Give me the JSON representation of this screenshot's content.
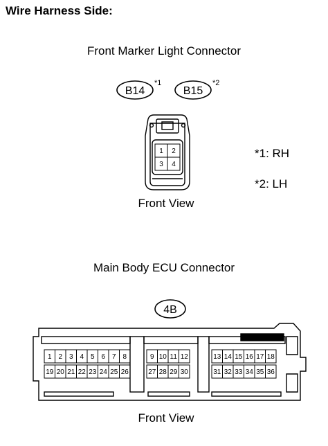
{
  "heading": "Wire Harness Side:",
  "front_marker": {
    "title": "Front Marker Light Connector",
    "code_rh": "B14",
    "sup_rh": "*1",
    "code_lh": "B15",
    "sup_lh": "*2",
    "pins": [
      "1",
      "2",
      "3",
      "4"
    ],
    "view_label": "Front View"
  },
  "notes": {
    "rh": "*1: RH",
    "lh": "*2: LH"
  },
  "ecu": {
    "title": "Main Body ECU Connector",
    "code": "4B",
    "view_label": "Front View",
    "pin_groups": [
      {
        "top": [
          "1",
          "2",
          "3",
          "4",
          "5",
          "6",
          "7",
          "8"
        ],
        "bottom": [
          "19",
          "20",
          "21",
          "22",
          "23",
          "24",
          "25",
          "26"
        ]
      },
      {
        "top": [
          "9",
          "10",
          "11",
          "12"
        ],
        "bottom": [
          "27",
          "28",
          "29",
          "30"
        ]
      },
      {
        "top": [
          "13",
          "14",
          "15",
          "16",
          "17",
          "18"
        ],
        "bottom": [
          "31",
          "32",
          "33",
          "34",
          "35",
          "36"
        ]
      }
    ]
  }
}
